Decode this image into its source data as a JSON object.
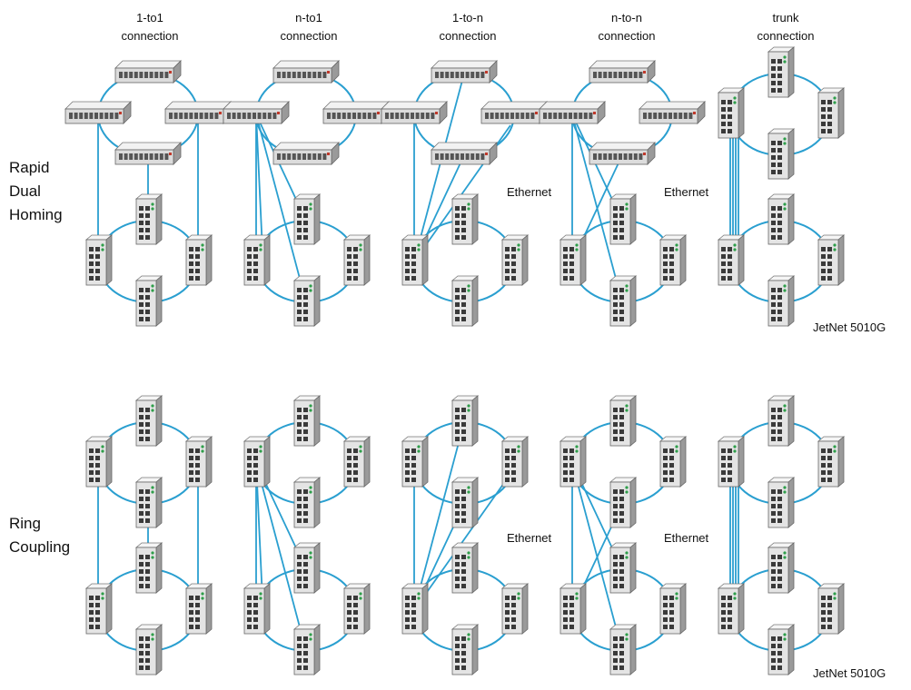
{
  "columns": [
    {
      "line1": "1-to1",
      "line2": "connection"
    },
    {
      "line1": "n-to1",
      "line2": "connection"
    },
    {
      "line1": "1-to-n",
      "line2": "connection"
    },
    {
      "line1": "n-to-n",
      "line2": "connection"
    },
    {
      "line1": "trunk",
      "line2": "connection"
    }
  ],
  "rows": [
    {
      "line1": "Rapid",
      "line2": "Dual",
      "line3": "Homing"
    },
    {
      "line1": "Ring",
      "line2": "Coupling"
    }
  ],
  "annotations": {
    "ethernet": "Ethernet",
    "device_model": "JetNet 5010G"
  },
  "colors": {
    "link": "#2a9fd0",
    "device_body": "#dcdcdc",
    "device_shade": "#9a9a9a",
    "text": "#111111"
  }
}
